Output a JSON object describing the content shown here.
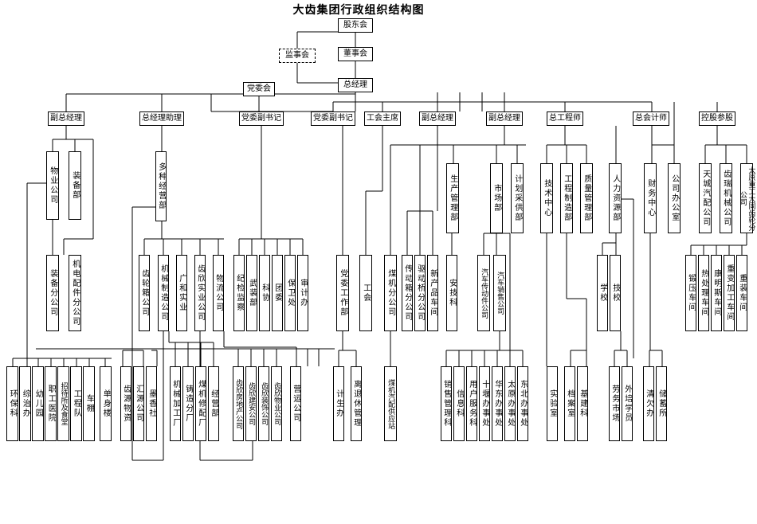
{
  "title": "大齿集团行政组织结构图",
  "nodes": {
    "gudonghui": "股东会",
    "jianshihui": "监事会",
    "dongshihui": "董事会",
    "zongjingli": "总经理",
    "dangweihui": "党委会",
    "fuzongjingli_1": "副总经理",
    "zongjinglizhuli": "总经理助理",
    "dangweifushuji_1": "党委副书记",
    "dangweifushuji_2": "党委副书记",
    "gonghuizhuxi": "工会主席",
    "fuzongjingli_2": "副总经理",
    "fuzongjingli_3": "副总经理",
    "zonggongchengshi": "总工程师",
    "zongkuaijishi": "总会计师",
    "konggucanbao": "控股参股",
    "wuyegongsi": "物业公司",
    "zhuangbeibu": "装备部",
    "duozhongjingyingbu": "多种经营部",
    "shengchanguanlibu": "生产管理部",
    "shichangbu": "市场部",
    "jihuacaigongbu": "计划采供部",
    "jishuzhongxin": "技术中心",
    "gongchengzhizaobu": "工程制造部",
    "zhilianguanlibu": "质量管理部",
    "renliziyuanbu": "人力资源部",
    "caiwuzhongxin": "财务中心",
    "gongsibangongshi": "公司办公室",
    "tianchengqipei": "天城汽配公司",
    "chiruijixie": "齿瑞机械公司",
    "taiyuanzhonggong": "太原重工大同齿轮分公司",
    "zhuangbeifengongsi": "装备分公司",
    "jidianpeijian": "机电配件分公司",
    "chilunxianggongsi": "齿轮箱公司",
    "jixiezhizao": "机械制造公司",
    "guangheshiye": "广和实业",
    "chixinshiye": "齿欣实业公司",
    "wuliugongsi": "物流公司",
    "jijianjiancha": "纪检监察",
    "wuzhuangbu": "武装部",
    "kexie": "科协",
    "tuanwei": "团委",
    "baoweichu": "保卫处",
    "shenjiban": "审计办",
    "dangweigongzuobu": "党委工作部",
    "gonghui": "工会",
    "meijifengongsi": "煤机分公司",
    "chuandongxiang": "传动箱分公司",
    "qudongqiao": "驱动桥分公司",
    "xinchanpinchejian": "新产品车间",
    "anjike": "安技科",
    "qichechuanshu": "汽车传动件公司",
    "qichexiaoshou": "汽车销售公司",
    "xuexiao": "学校",
    "jixiao": "技校",
    "duanyachejian": "锻压车间",
    "rechulichejian": "热处理车间",
    "kangmingsi": "康明斯车间",
    "zhongbianjiagong": "重变加工车间",
    "zhongzhuangchejian": "重装车间",
    "huanbaoke": "环保科",
    "zongzhiban": "综治办",
    "youeryuan": "幼儿园",
    "zhigongyiyuan": "职工医院",
    "zhaodaisuo": "招待所及食堂",
    "gongchengdui": "工程队",
    "chepeng": "车棚",
    "danshenlou": "单身楼",
    "chiyuanwuzi": "齿源物资",
    "huiyuangongsi": "汇源公司",
    "moxiangshe": "墨香社",
    "jixiejiagong": "机械加工厂",
    "zhuzaofenchang": "铸造分厂",
    "meijixiupei": "煤机修配厂",
    "jingyingbu": "经营部",
    "chixinfangdichan": "齿欣房地产公司",
    "chixinjianan": "齿欣建安公司",
    "chixinzhuangshi": "齿欣装饰公司",
    "chixinwuye": "齿欣物业公司",
    "yingyungongsi": "营运公司",
    "jishengban": "计生办",
    "lituixiuguanli": "离退休管理",
    "meijiqipei": "煤机汽配供应站",
    "xiaoshouguanli": "销售管理科",
    "xinxike": "信息科",
    "yonghufuwu": "用户服务科",
    "shiyan": "十堰办事处",
    "huadong": "华东办事处",
    "taiyuan": "太原办事处",
    "dongbei": "东北办事处",
    "shiyanshi": "实验室",
    "danganshi": "档案室",
    "jijianke": "基建科",
    "laowushichang": "劳务市场",
    "waipeixueyuan": "外培学员",
    "qingqianban": "清欠办",
    "chuxusuo": "储蓄所"
  }
}
